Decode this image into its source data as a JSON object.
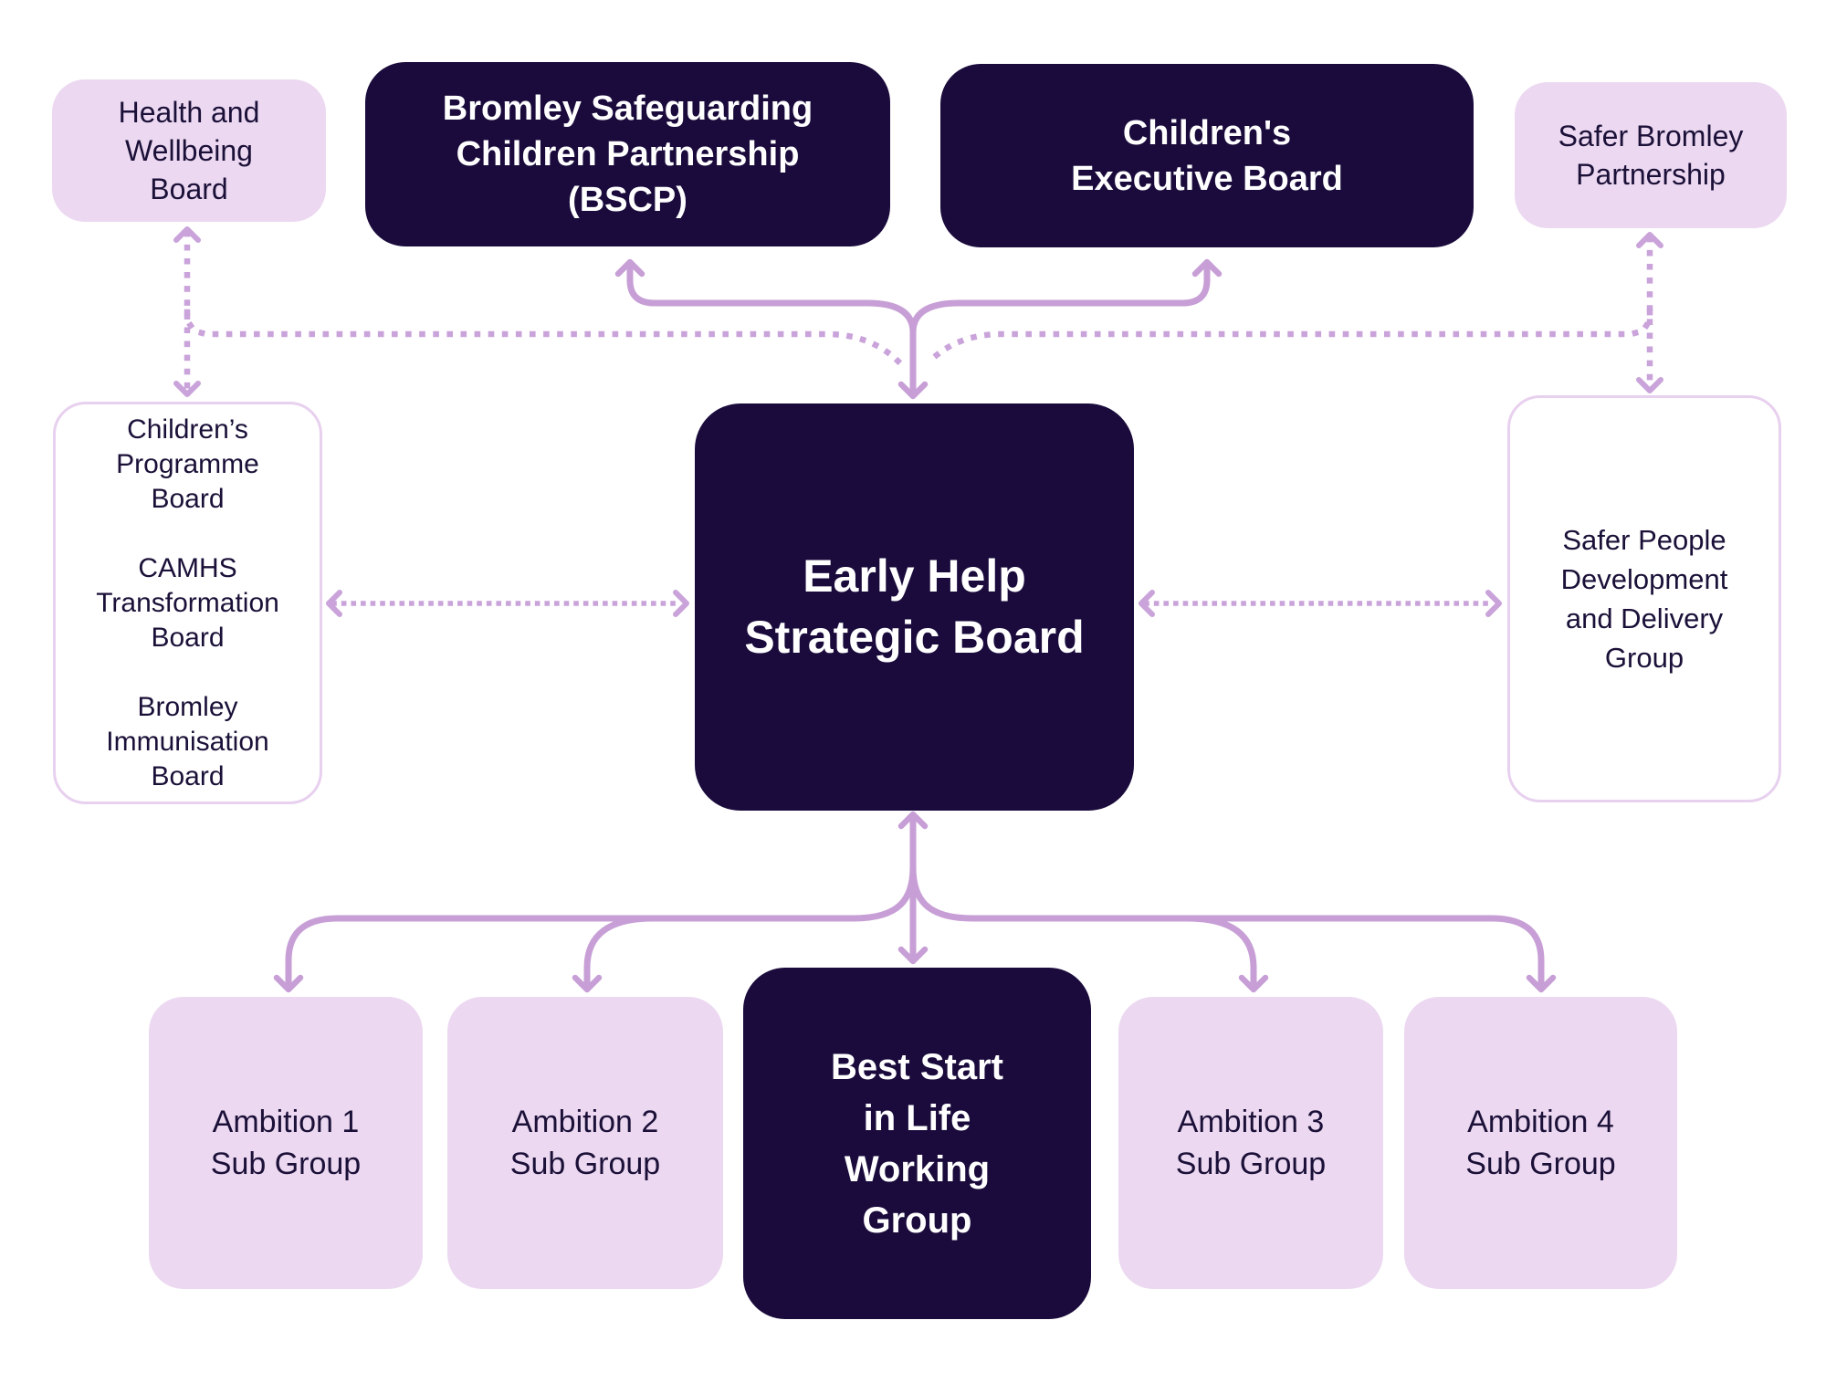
{
  "palette": {
    "navy_box": "#1a0b3c",
    "pink_box": "#ecd9f1",
    "outline_box_border": "#e8d0ef",
    "solid_arrow": "#c79fd6",
    "dotted_arrow": "#c9a3da",
    "text_dark": "#1b1038",
    "text_light": "#ffffff",
    "background": "#ffffff"
  },
  "nodes": {
    "health_wellbeing_board": "Health and\nWellbeing\nBoard",
    "bscp": "Bromley Safeguarding\nChildren Partnership\n(BSCP)",
    "childrens_executive_board": "Children's\nExecutive Board",
    "safer_bromley_partnership": "Safer Bromley\nPartnership",
    "left_boards_group": "Children’s\nProgramme\nBoard\n\nCAMHS\nTransformation\nBoard\n\nBromley\nImmunisation\nBoard",
    "early_help_strategic_board": "Early Help\nStrategic Board",
    "safer_people_group": "Safer People\nDevelopment\nand Delivery\nGroup",
    "ambition_1": "Ambition 1\nSub Group",
    "ambition_2": "Ambition 2\nSub Group",
    "best_start_in_life": "Best Start\nin Life\nWorking\nGroup",
    "ambition_3": "Ambition 3\nSub Group",
    "ambition_4": "Ambition 4\nSub Group"
  },
  "edges": [
    {
      "style": "solid",
      "from": "early_help_strategic_board",
      "to": "bscp"
    },
    {
      "style": "solid",
      "from": "early_help_strategic_board",
      "to": "childrens_executive_board"
    },
    {
      "style": "solid",
      "from": "early_help_strategic_board",
      "to": "best_start_in_life",
      "bidirectional": true
    },
    {
      "style": "solid",
      "from": "early_help_strategic_board",
      "to": "ambition_1"
    },
    {
      "style": "solid",
      "from": "early_help_strategic_board",
      "to": "ambition_2"
    },
    {
      "style": "solid",
      "from": "early_help_strategic_board",
      "to": "ambition_3"
    },
    {
      "style": "solid",
      "from": "early_help_strategic_board",
      "to": "ambition_4"
    },
    {
      "style": "dotted",
      "from": "early_help_strategic_board",
      "to": "health_wellbeing_board"
    },
    {
      "style": "dotted",
      "from": "early_help_strategic_board",
      "to": "safer_bromley_partnership"
    },
    {
      "style": "dotted",
      "from": "health_wellbeing_board",
      "to": "left_boards_group"
    },
    {
      "style": "dotted",
      "from": "safer_bromley_partnership",
      "to": "safer_people_group"
    },
    {
      "style": "dotted",
      "from": "left_boards_group",
      "to": "early_help_strategic_board",
      "bidirectional": true
    },
    {
      "style": "dotted",
      "from": "safer_people_group",
      "to": "early_help_strategic_board",
      "bidirectional": true
    }
  ]
}
